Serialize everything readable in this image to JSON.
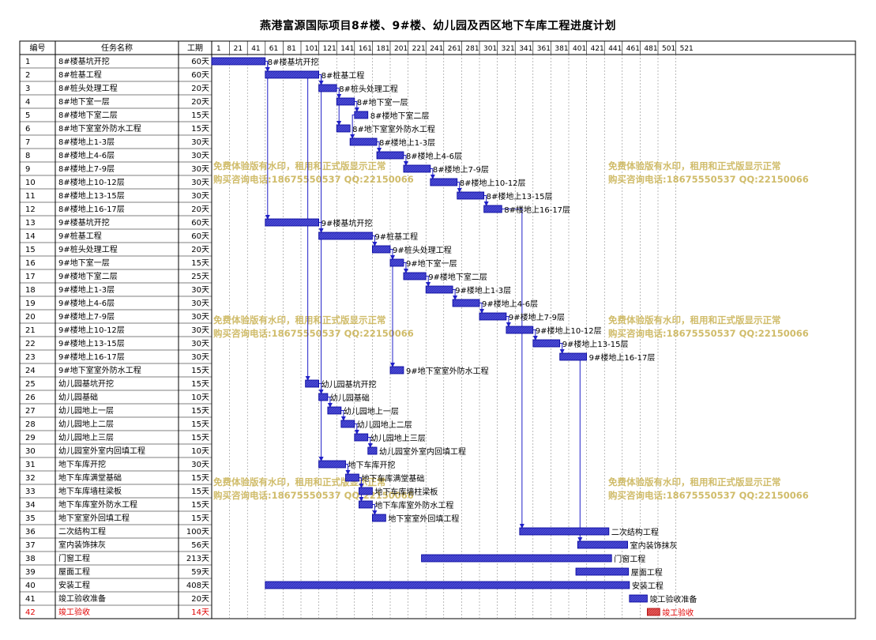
{
  "title": "燕港富源国际项目8#楼、9#楼、幼儿园及西区地下车库工程进度计划",
  "headers": {
    "id": "编号",
    "name": "任务名称",
    "duration": "工期"
  },
  "timeline_ticks": [
    "1",
    "21",
    "41",
    "61",
    "81",
    "101",
    "121",
    "141",
    "161",
    "181",
    "201",
    "221",
    "241",
    "261",
    "281",
    "301",
    "321",
    "341",
    "361",
    "381",
    "401",
    "421",
    "441",
    "461",
    "481",
    "501",
    "521"
  ],
  "colors": {
    "bar": "#3c3ccc",
    "bar_edge": "#00009a",
    "milestone": "#e04040",
    "link": "#2020c8",
    "watermark": "#c8b050",
    "highlight_text": "#e00000"
  },
  "watermark": {
    "line1": "免费体验版有水印，租用和正式版显示正常",
    "line2": "购买咨询电话:18675550537 QQ:22150066"
  },
  "tasks": [
    {
      "id": "1",
      "name": "8#楼基坑开挖",
      "dur": "60天",
      "start": 1,
      "days": 60,
      "label": "8#楼基坑开挖"
    },
    {
      "id": "2",
      "name": "8#桩基工程",
      "dur": "60天",
      "start": 61,
      "days": 60,
      "label": "8#桩基工程"
    },
    {
      "id": "3",
      "name": "8#桩头处理工程",
      "dur": "20天",
      "start": 121,
      "days": 20,
      "label": "8#桩头处理工程"
    },
    {
      "id": "4",
      "name": "8#地下室一层",
      "dur": "20天",
      "start": 141,
      "days": 20,
      "label": "8#地下室一层"
    },
    {
      "id": "5",
      "name": "8#楼地下室二层",
      "dur": "15天",
      "start": 161,
      "days": 15,
      "label": "8#楼地下室二层"
    },
    {
      "id": "6",
      "name": "8#地下室室外防水工程",
      "dur": "15天",
      "start": 141,
      "days": 15,
      "label": "8#地下室室外防水工程"
    },
    {
      "id": "7",
      "name": "8#楼地上1-3层",
      "dur": "30天",
      "start": 156,
      "days": 30,
      "label": "8#楼地上1-3层"
    },
    {
      "id": "8",
      "name": "8#楼地上4-6层",
      "dur": "30天",
      "start": 186,
      "days": 30,
      "label": "8#楼地上4-6层"
    },
    {
      "id": "9",
      "name": "8#楼地上7-9层",
      "dur": "30天",
      "start": 216,
      "days": 30,
      "label": "8#楼地上7-9层"
    },
    {
      "id": "10",
      "name": "8#楼地上10-12层",
      "dur": "30天",
      "start": 246,
      "days": 30,
      "label": "8#楼地上10-12层"
    },
    {
      "id": "11",
      "name": "8#楼地上13-15层",
      "dur": "30天",
      "start": 276,
      "days": 30,
      "label": "8#楼地上13-15层"
    },
    {
      "id": "12",
      "name": "8#楼地上16-17层",
      "dur": "20天",
      "start": 306,
      "days": 20,
      "label": "8#楼地上16-17层"
    },
    {
      "id": "13",
      "name": "9#楼基坑开挖",
      "dur": "60天",
      "start": 61,
      "days": 60,
      "label": "9#楼基坑开挖"
    },
    {
      "id": "14",
      "name": "9#桩基工程",
      "dur": "60天",
      "start": 121,
      "days": 60,
      "label": "9#桩基工程"
    },
    {
      "id": "15",
      "name": "9#桩头处理工程",
      "dur": "20天",
      "start": 181,
      "days": 20,
      "label": "9#桩头处理工程"
    },
    {
      "id": "16",
      "name": "9#地下室一层",
      "dur": "15天",
      "start": 201,
      "days": 15,
      "label": "9#地下室一层"
    },
    {
      "id": "17",
      "name": "9#楼地下室二层",
      "dur": "25天",
      "start": 216,
      "days": 25,
      "label": "9#楼地下室二层"
    },
    {
      "id": "18",
      "name": "9#楼地上1-3层",
      "dur": "30天",
      "start": 241,
      "days": 30,
      "label": "9#楼地上1-3层"
    },
    {
      "id": "19",
      "name": "9#楼地上4-6层",
      "dur": "30天",
      "start": 271,
      "days": 30,
      "label": "9#楼地上4-6层"
    },
    {
      "id": "20",
      "name": "9#楼地上7-9层",
      "dur": "30天",
      "start": 301,
      "days": 30,
      "label": "9#楼地上7-9层"
    },
    {
      "id": "21",
      "name": "9#楼地上10-12层",
      "dur": "30天",
      "start": 331,
      "days": 30,
      "label": "9#楼地上10-12层"
    },
    {
      "id": "22",
      "name": "9#楼地上13-15层",
      "dur": "30天",
      "start": 361,
      "days": 30,
      "label": "9#楼地上13-15层"
    },
    {
      "id": "23",
      "name": "9#楼地上16-17层",
      "dur": "30天",
      "start": 391,
      "days": 30,
      "label": "9#楼地上16-17层"
    },
    {
      "id": "24",
      "name": "9#地下室室外防水工程",
      "dur": "15天",
      "start": 201,
      "days": 15,
      "label": "9#地下室室外防水工程"
    },
    {
      "id": "25",
      "name": "幼儿园基坑开挖",
      "dur": "15天",
      "start": 106,
      "days": 15,
      "label": "幼儿园基坑开挖"
    },
    {
      "id": "26",
      "name": "幼儿园基础",
      "dur": "10天",
      "start": 121,
      "days": 10,
      "label": "幼儿园基础"
    },
    {
      "id": "27",
      "name": "幼儿园地上一层",
      "dur": "15天",
      "start": 131,
      "days": 15,
      "label": "幼儿园地上一层"
    },
    {
      "id": "28",
      "name": "幼儿园地上二层",
      "dur": "15天",
      "start": 146,
      "days": 15,
      "label": "幼儿园地上二层"
    },
    {
      "id": "29",
      "name": "幼儿园地上三层",
      "dur": "15天",
      "start": 161,
      "days": 15,
      "label": "幼儿园地上三层"
    },
    {
      "id": "30",
      "name": "幼儿园室外室内回填工程",
      "dur": "10天",
      "start": 176,
      "days": 10,
      "label": "幼儿园室外室内回填工程"
    },
    {
      "id": "31",
      "name": "地下车库开挖",
      "dur": "30天",
      "start": 121,
      "days": 30,
      "label": "地下车库开挖"
    },
    {
      "id": "32",
      "name": "地下车库满堂基础",
      "dur": "15天",
      "start": 151,
      "days": 15,
      "label": "地下车库满堂基础"
    },
    {
      "id": "33",
      "name": "地下车库墙柱梁板",
      "dur": "15天",
      "start": 166,
      "days": 15,
      "label": "地下车库墙柱梁板"
    },
    {
      "id": "34",
      "name": "地下车库室外防水工程",
      "dur": "15天",
      "start": 166,
      "days": 15,
      "label": "地下车库室外防水工程"
    },
    {
      "id": "35",
      "name": "地下室室外回填工程",
      "dur": "15天",
      "start": 181,
      "days": 15,
      "label": "地下室室外回填工程"
    },
    {
      "id": "36",
      "name": "二次结构工程",
      "dur": "100天",
      "start": 346,
      "days": 100,
      "label": "二次结构工程"
    },
    {
      "id": "37",
      "name": "室内装饰抹灰",
      "dur": "56天",
      "start": 411,
      "days": 56,
      "label": "室内装饰抹灰"
    },
    {
      "id": "38",
      "name": "门窗工程",
      "dur": "213天",
      "start": 236,
      "days": 213,
      "label": "门窗工程"
    },
    {
      "id": "39",
      "name": "屋面工程",
      "dur": "59天",
      "start": 409,
      "days": 59,
      "label": "屋面工程"
    },
    {
      "id": "40",
      "name": "安装工程",
      "dur": "408天",
      "start": 61,
      "days": 408,
      "label": "安装工程"
    },
    {
      "id": "41",
      "name": "竣工验收准备",
      "dur": "20天",
      "start": 469,
      "days": 20,
      "label": "竣工验收准备"
    },
    {
      "id": "42",
      "name": "竣工验收",
      "dur": "14天",
      "start": 489,
      "days": 14,
      "label": "竣工验收",
      "milestone": true
    }
  ]
}
